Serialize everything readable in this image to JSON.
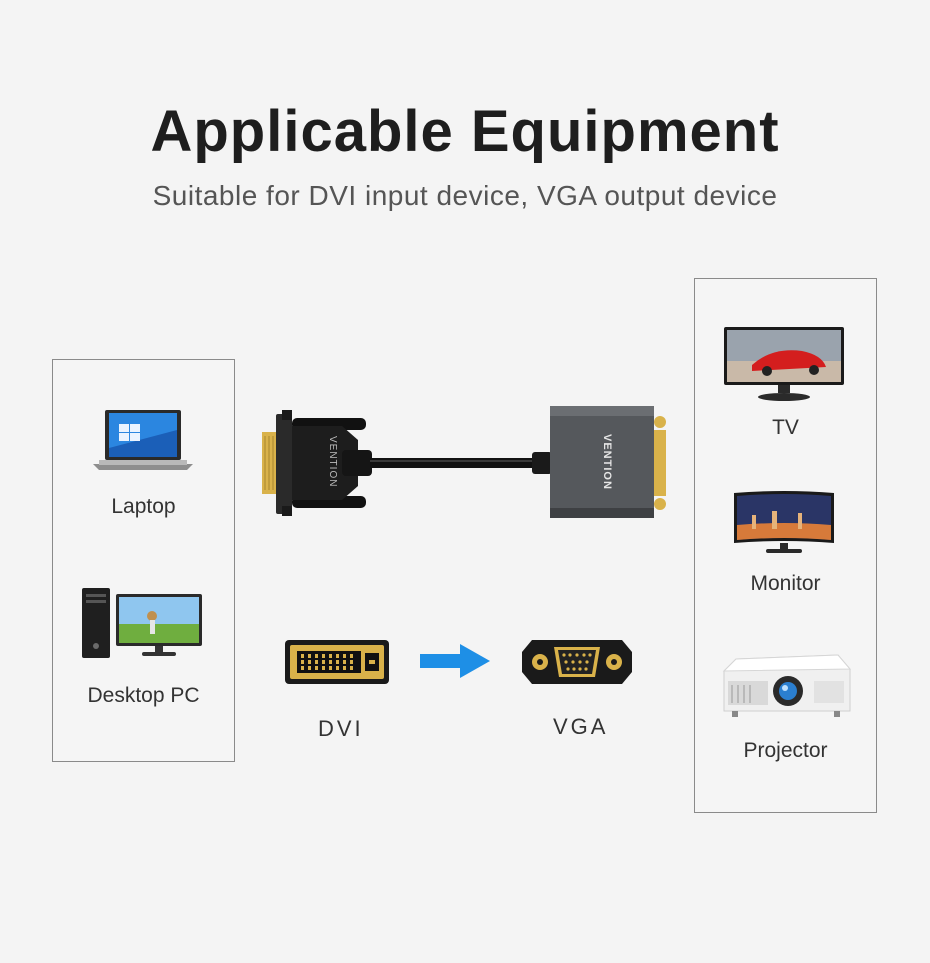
{
  "header": {
    "title": "Applicable Equipment",
    "subtitle": "Suitable for DVI input device, VGA output device"
  },
  "input_devices": [
    {
      "label": "Laptop",
      "icon": "laptop-icon"
    },
    {
      "label": "Desktop PC",
      "icon": "desktop-pc-icon"
    }
  ],
  "output_devices": [
    {
      "label": "TV",
      "icon": "tv-icon"
    },
    {
      "label": "Monitor",
      "icon": "monitor-icon"
    },
    {
      "label": "Projector",
      "icon": "projector-icon"
    }
  ],
  "ports": {
    "input": "DVI",
    "output": "VGA"
  },
  "adapter": {
    "brand": "VENTION"
  },
  "colors": {
    "arrow": "#1e8fe6",
    "gold": "#d9b24a",
    "text_dark": "#1e1e1e"
  }
}
